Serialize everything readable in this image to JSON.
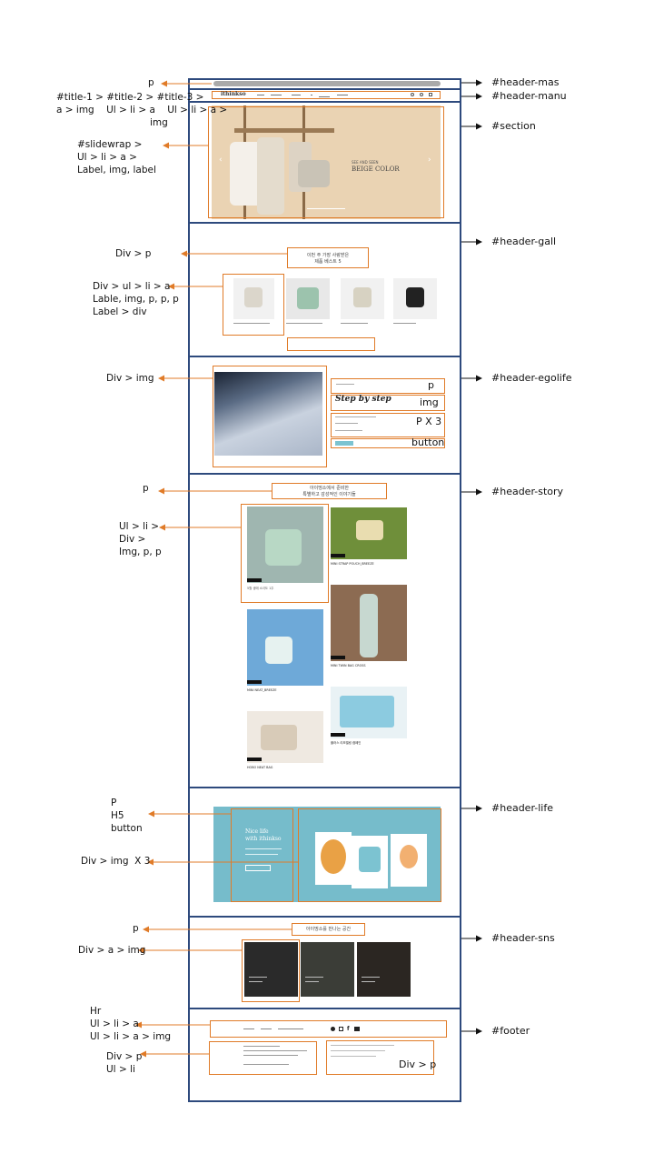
{
  "left_labels": {
    "mas": "p",
    "manu_line1": "#title-1 > #title-2 > #title-3 >",
    "manu_line2": "a > img    Ul > li > a    Ul > li > a >",
    "manu_line3": "img",
    "section_line1": "#slidewrap >",
    "section_line2": "Ul > li > a >",
    "section_line3": "Label, img, label",
    "gall_p": "Div > p",
    "gall_list_line1": "Div > ul > li > a",
    "gall_list_line2": "Lable, img, p, p, p",
    "gall_list_line3": "Label > div",
    "egolife_img": "Div > img",
    "story_p": "p",
    "story_list_line1": "Ul > li >",
    "story_list_line2": "Div >",
    "story_list_line3": "Img, p, p",
    "life_line1": "P",
    "life_line2": "H5",
    "life_line3": "button",
    "life_img": "Div > img  X 3",
    "sns_p": "p",
    "sns_img": "Div > a > img",
    "footer_line1": "Hr",
    "footer_line2": "Ul > li > a",
    "footer_line3": "Ul > li > a > img",
    "footer_line4": "Div > p",
    "footer_line5": "Ul > li"
  },
  "inner_labels": {
    "ego_p": "p",
    "ego_img": "img",
    "ego_p3": "P X 3",
    "ego_button": "button",
    "footer_divp": "Div > p"
  },
  "right_labels": {
    "mas": "#header-mas",
    "manu": "#header-manu",
    "section": "#section",
    "gall": "#header-gall",
    "egolife": "#header-egolife",
    "story": "#header-story",
    "life": "#header-life",
    "sns": "#header-sns",
    "footer": "#footer"
  },
  "mock": {
    "logo": "ithinkso",
    "slide_small": "SEE AND SEEN",
    "slide_big": "BEIGE COLOR",
    "gall_title1": "이번 주 가장 사랑받은",
    "gall_title2": "제품 베스트 5",
    "ego_script": "Step by step",
    "story_title1": "아이띵소에서 준비한",
    "story_title2": "특별하고 감성적인 이야기들",
    "story_items": [
      "5월 생에 소녀도 1주",
      "MINI STRAP POUCH_BREEZE",
      "MINI TWIN BAG CROSS",
      "MINI NEAT_BREEZE",
      "플러스 리모델링 캠페인",
      "HOBO NEAT BAG"
    ],
    "life_title1": "Nice life",
    "life_title2": "with ithinkso",
    "sns_title": "아이띵소를 만나는 공간"
  },
  "colors": {
    "frame": "#2e4a7d",
    "annotation": "#e07b28",
    "slide_bg": "#ead3b3",
    "life_bg": "#76bccb"
  }
}
